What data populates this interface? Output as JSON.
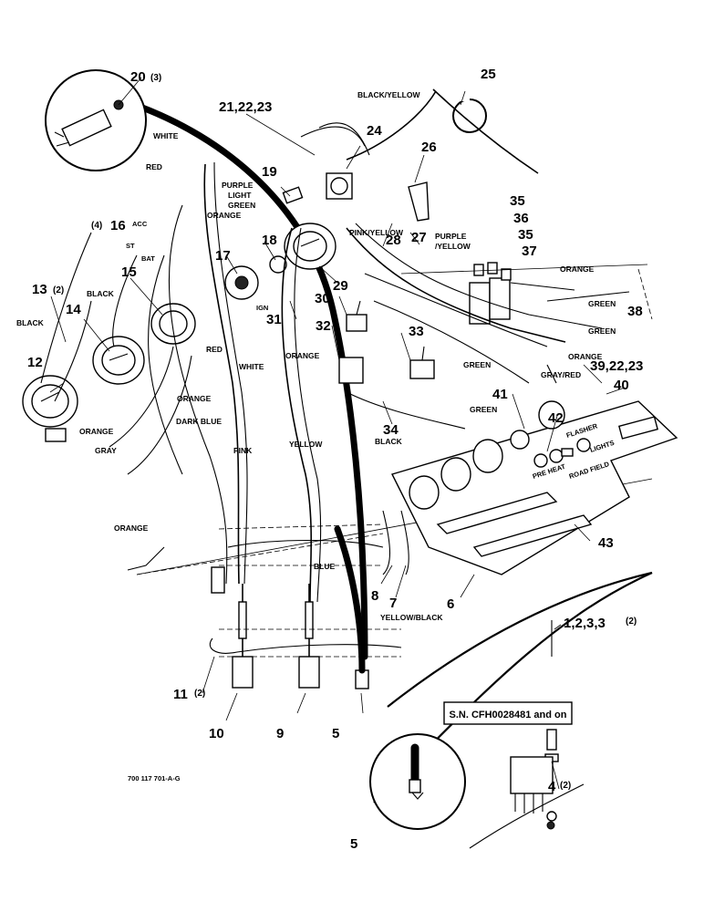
{
  "callouts": {
    "c1": "1,2,3,3",
    "c1q": "(2)",
    "c4": "4",
    "c4q": "(2)",
    "c5a": "5",
    "c5b": "5",
    "c6": "6",
    "c7": "7",
    "c8": "8",
    "c9": "9",
    "c10": "10",
    "c11": "11",
    "c11q": "(2)",
    "c12": "12",
    "c13": "13",
    "c13q": "(2)",
    "c14": "14",
    "c15": "15",
    "c16": "16",
    "c16q": "(4)",
    "c17": "17",
    "c18": "18",
    "c19": "19",
    "c20": "20",
    "c20q": "(3)",
    "c21": "21,22,23",
    "c24": "24",
    "c25": "25",
    "c26": "26",
    "c27": "27",
    "c28": "28",
    "c29": "29",
    "c30": "30",
    "c31": "31",
    "c32": "32",
    "c33": "33",
    "c34": "34",
    "c35a": "35",
    "c35b": "35",
    "c36": "36",
    "c37": "37",
    "c38": "38",
    "c39": "39,22,23",
    "c40": "40",
    "c41": "41",
    "c42": "42",
    "c43": "43"
  },
  "wire_labels": {
    "black_yellow": "BLACK/YELLOW",
    "white_top": "WHITE",
    "red_top": "RED",
    "purple": "PURPLE",
    "light_green": "LIGHT",
    "green_top": "GREEN",
    "orange_top": "ORANGE",
    "acc": "ACC",
    "st": "ST",
    "bat": "BAT",
    "ign": "IGN",
    "black_left": "BLACK",
    "black_14": "BLACK",
    "pink_yellow": "PINK/YELLOW",
    "purple_yellow1": "PURPLE",
    "purple_yellow2": "/YELLOW",
    "orange_right": "ORANGE",
    "green_right": "GREEN",
    "orange_mid_right": "ORANGE",
    "gray_red": "GRAY/RED",
    "green_mid": "GREEN",
    "green_lower": "GREEN",
    "orange_center": "ORANGE",
    "white_center": "WHITE",
    "red_center": "RED",
    "orange_left": "ORANGE",
    "dark_blue": "DARK BLUE",
    "orange_12": "ORANGE",
    "gray": "GRAY",
    "pink": "PINK",
    "yellow": "YELLOW",
    "black_34": "BLACK",
    "orange_bottom": "ORANGE",
    "blue": "BLUE",
    "yellow_black": "YELLOW/BLACK"
  },
  "panel_labels": {
    "flasher": "FLASHER",
    "lights": "LIGHTS",
    "pre_heat": "PRE HEAT",
    "road_field": "ROAD FIELD"
  },
  "serial_box": "S.N. CFH0028481 and on",
  "figure_code": "700 117 701-A-G"
}
